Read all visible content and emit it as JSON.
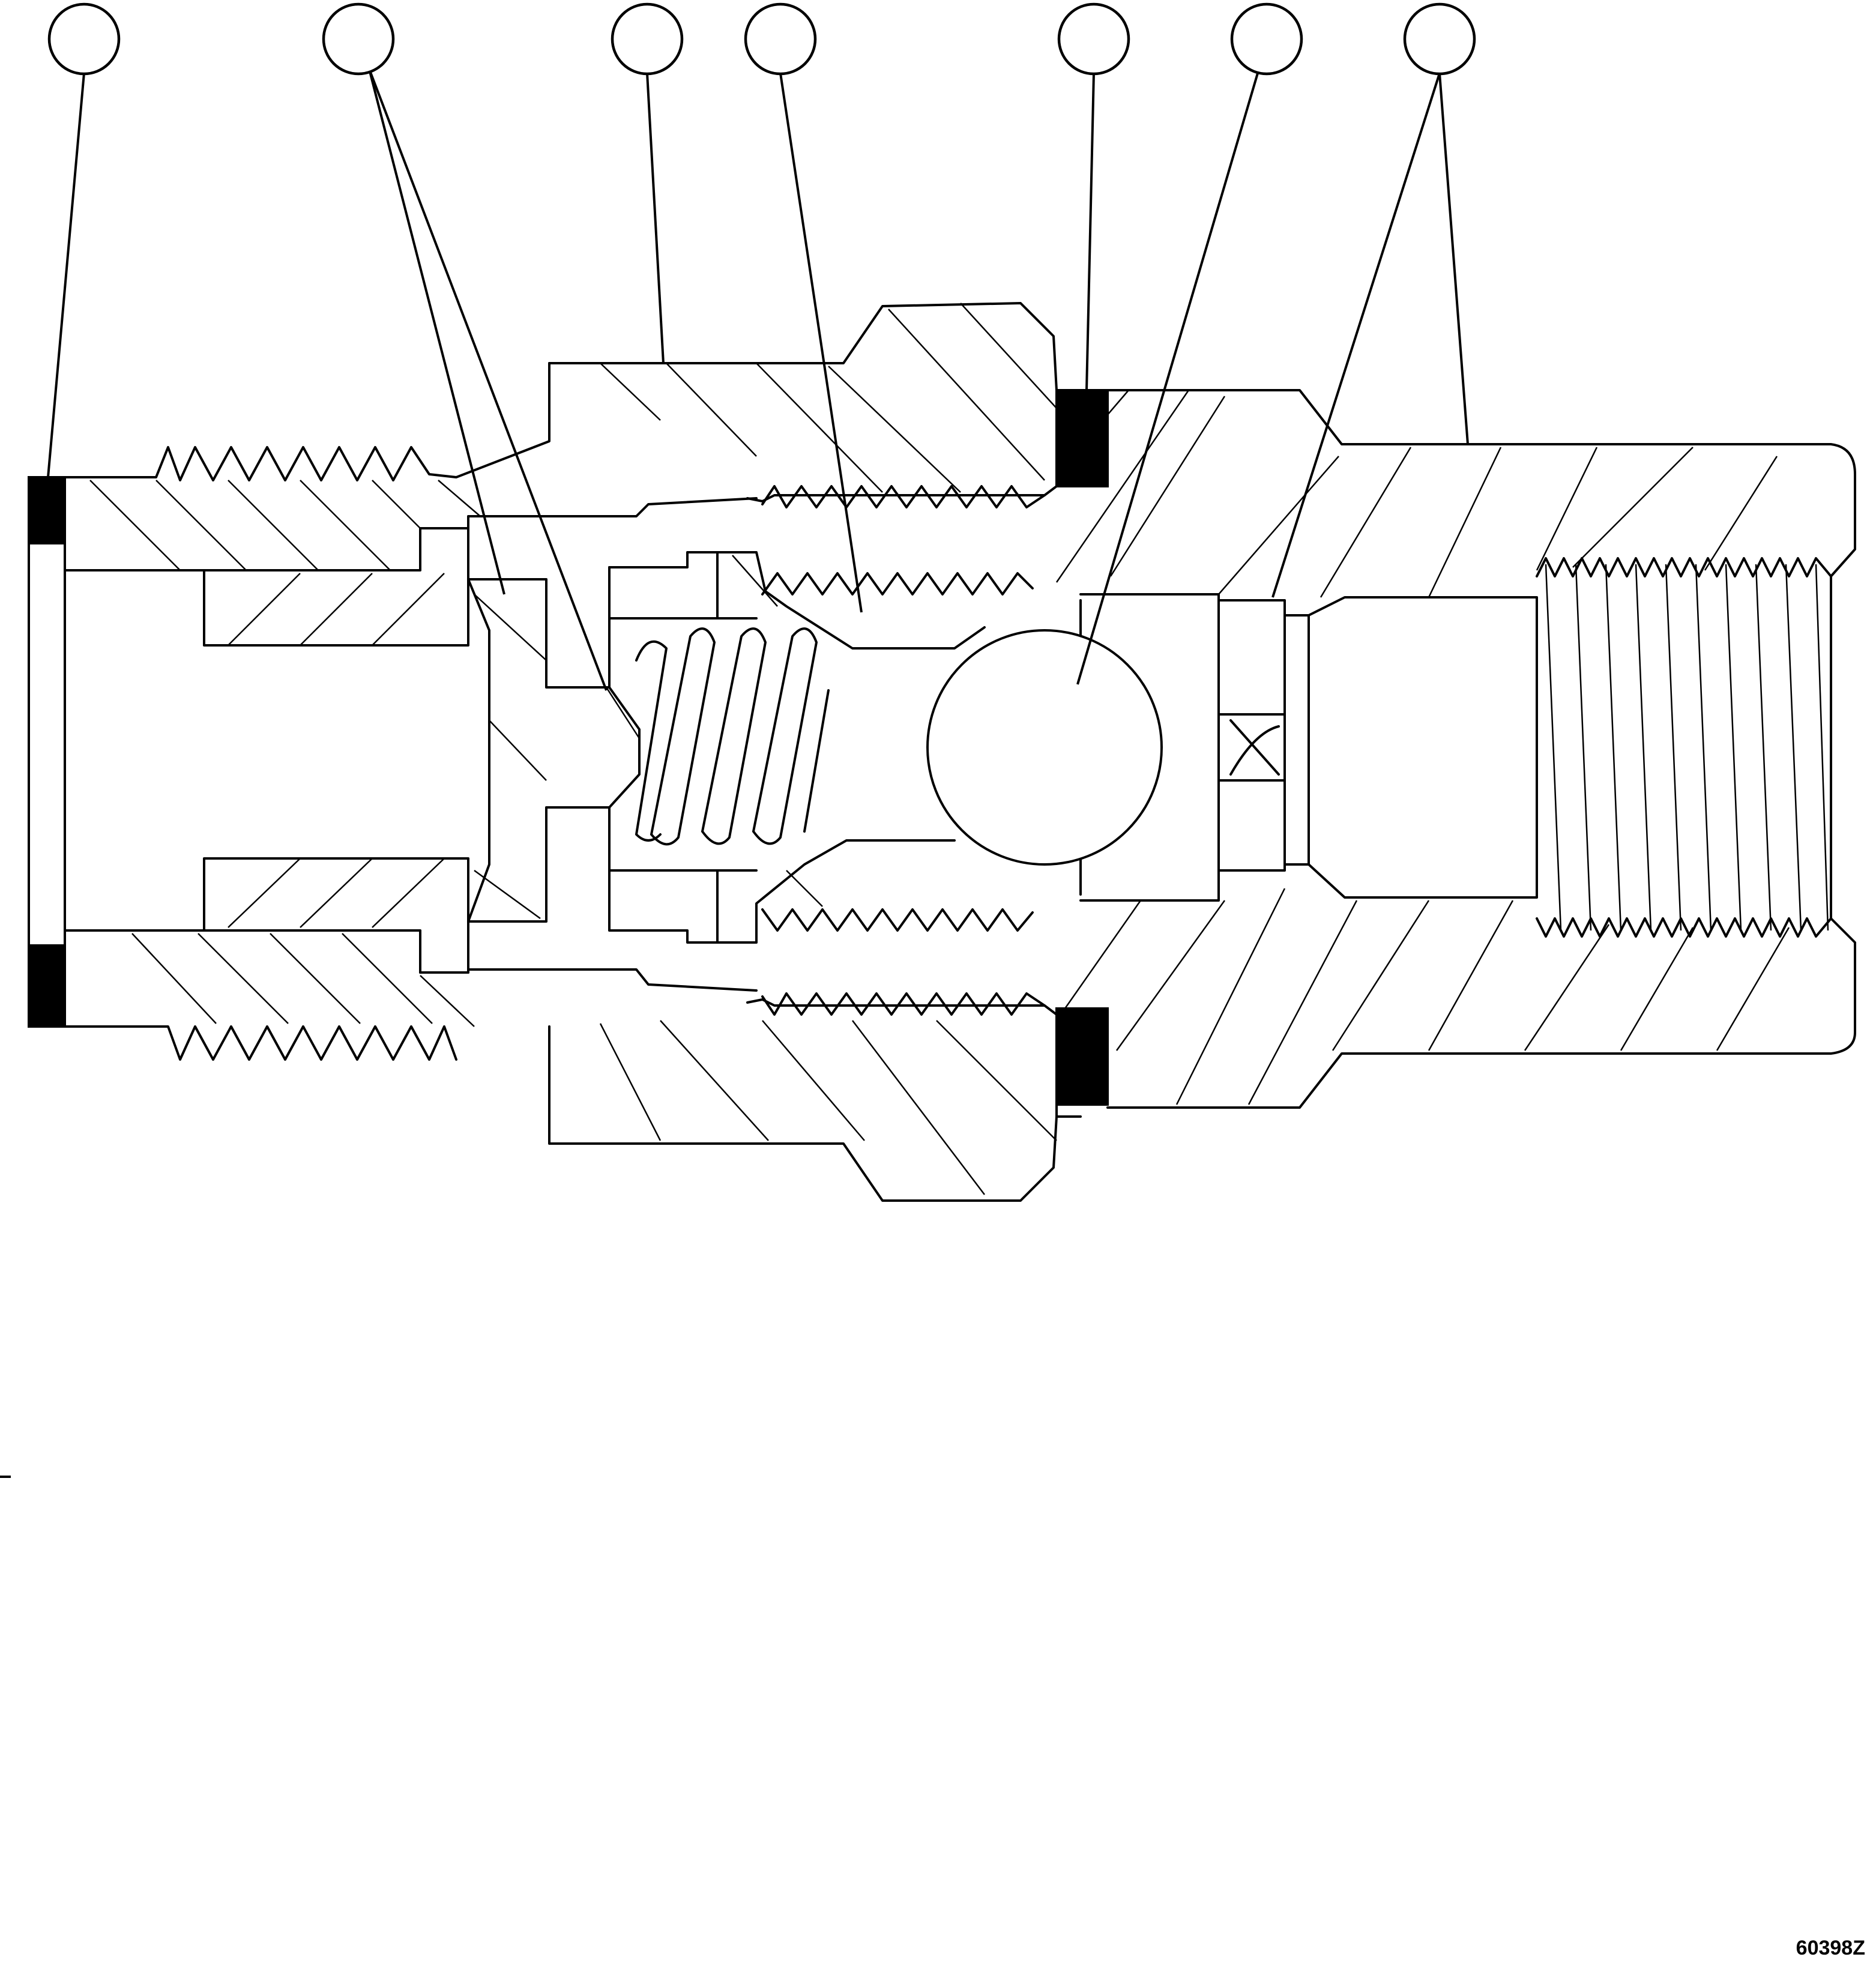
{
  "figure": {
    "number": "60398Z"
  },
  "callouts": [
    {
      "id": "callout-1",
      "label": ""
    },
    {
      "id": "callout-2",
      "label": ""
    },
    {
      "id": "callout-3",
      "label": ""
    },
    {
      "id": "callout-4",
      "label": ""
    },
    {
      "id": "callout-5",
      "label": ""
    },
    {
      "id": "callout-6",
      "label": ""
    },
    {
      "id": "callout-7",
      "label": ""
    }
  ]
}
